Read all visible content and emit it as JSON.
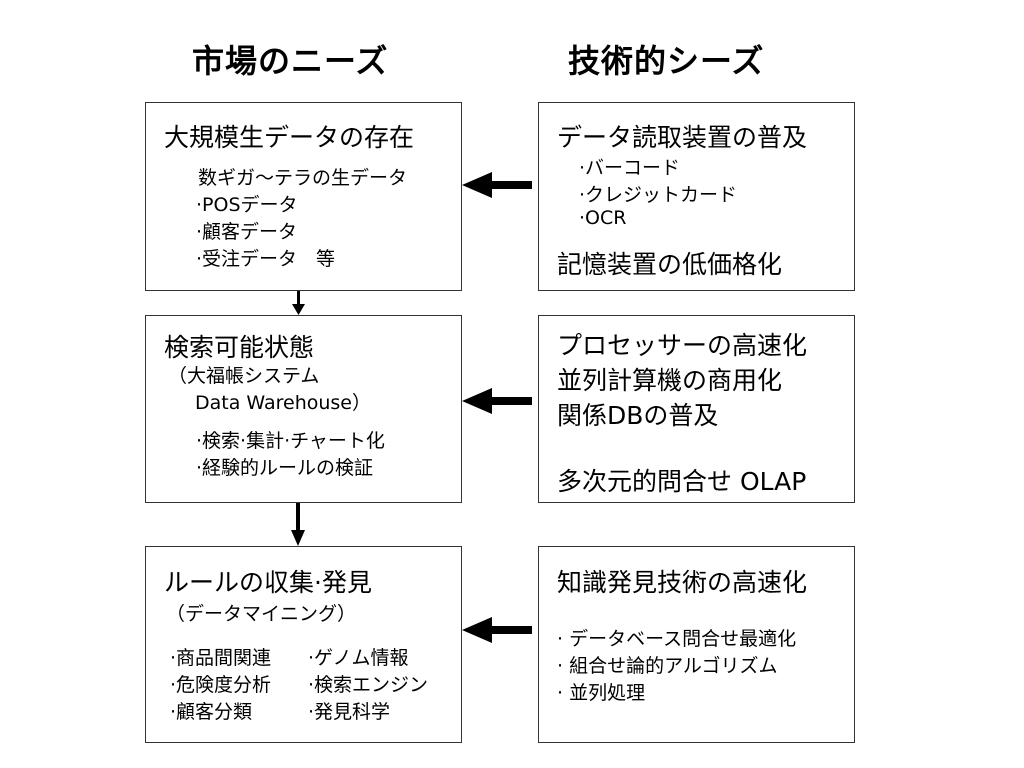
{
  "headings": {
    "market": "市場のニーズ",
    "tech": "技術的シーズ"
  },
  "left_boxes": [
    {
      "title": "大規模生データの存在",
      "lines": [
        "数ギガ～テラの生データ",
        "·POSデータ",
        "·顧客データ",
        "·受注データ　等"
      ]
    },
    {
      "title": "検索可能状態",
      "lines": [
        "（大福帳システム",
        "　Data Warehouse）",
        "·検索·集計·チャート化",
        "·経験的ルールの検証"
      ]
    },
    {
      "title": "ルールの収集·発見",
      "subtitle": "（データマイニング）",
      "col1": [
        "·商品間関連",
        "·危険度分析",
        "·顧客分類"
      ],
      "col2": [
        "·ゲノム情報",
        "·検索エンジン",
        "·発見科学"
      ]
    }
  ],
  "right_boxes": [
    {
      "title": "データ読取装置の普及",
      "lines": [
        "·バーコード",
        "·クレジットカード",
        "·OCR"
      ],
      "footer": "記憶装置の低価格化"
    },
    {
      "lines": [
        "プロセッサーの高速化",
        "並列計算機の商用化",
        "関係DBの普及"
      ],
      "footer": "多次元的問合せ OLAP"
    },
    {
      "title": "知識発見技術の高速化",
      "lines": [
        "· データベース問合せ最適化",
        "· 組合せ論的アルゴリズム",
        "· 並列処理"
      ]
    }
  ]
}
